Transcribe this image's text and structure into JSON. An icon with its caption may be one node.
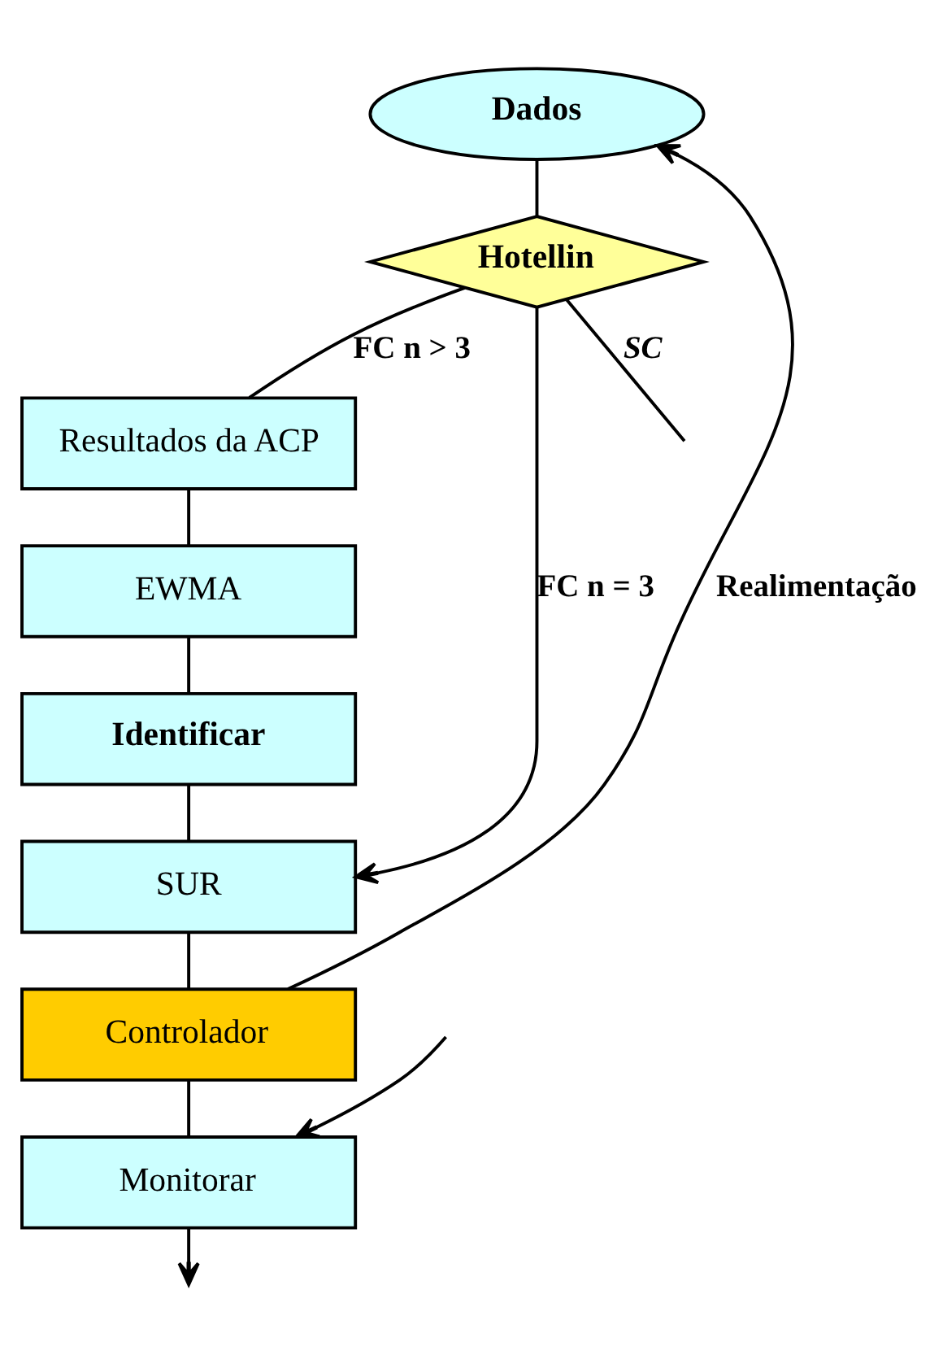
{
  "diagram": {
    "nodes": [
      {
        "text": [
          "Dados"
        ]
      },
      {
        "text": [
          "Hotellin"
        ]
      },
      {
        "text": [
          "Resultados da ACP"
        ]
      },
      {
        "text": [
          "EWMA"
        ]
      },
      {
        "text": [
          "Identificar"
        ]
      },
      {
        "text": [
          "SUR"
        ]
      },
      {
        "text": [
          "Controlador"
        ]
      },
      {
        "text": [
          "Monitorar"
        ]
      }
    ],
    "edges": [
      {
        "from": 0,
        "to": 1,
        "arrow": "none"
      },
      {
        "from": 1,
        "to": 2,
        "arrow": "none",
        "label": "FC n > 3"
      },
      {
        "from": 2,
        "to": 3,
        "arrow": "none"
      },
      {
        "from": 3,
        "to": 4,
        "arrow": "none"
      },
      {
        "from": 4,
        "to": 5,
        "arrow": "none"
      },
      {
        "from": 1,
        "to": 5,
        "arrow": "to",
        "label": "FC n = 3"
      },
      {
        "from": 5,
        "to": 6,
        "arrow": "none"
      },
      {
        "from": 6,
        "to": 0,
        "arrow": "to",
        "label": "Realimentação"
      },
      {
        "from": 6,
        "to": 7,
        "arrow": "none"
      },
      {
        "from": 1,
        "to": null,
        "arrow": "none",
        "label": "SC"
      },
      {
        "from": null,
        "to": 7,
        "arrow": "to"
      },
      {
        "from": 7,
        "to": null,
        "arrow": "to"
      }
    ]
  }
}
